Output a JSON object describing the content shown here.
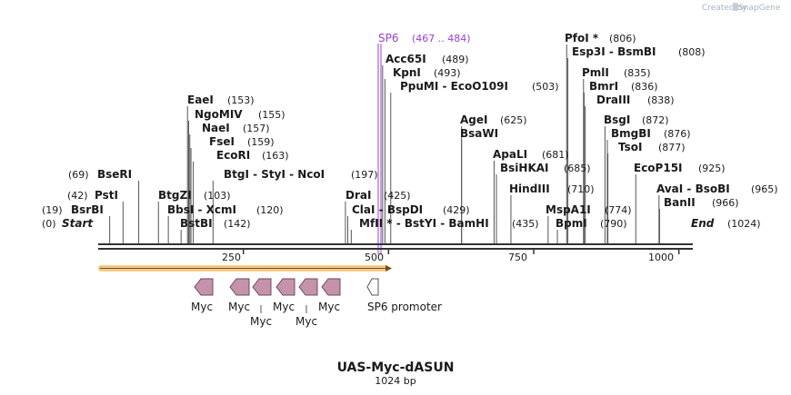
{
  "credit": {
    "prefix": "Created by",
    "brand": "SnapGene"
  },
  "map": {
    "title": "UAS-Myc-dASUN",
    "subtitle": "1024 bp",
    "length": 1024,
    "ticks": [
      "250",
      "500",
      "750",
      "1000"
    ],
    "start_label": "Start",
    "start_pos": "(0)",
    "end_label": "End",
    "end_pos": "(1024)"
  },
  "primer": {
    "name": "SP6",
    "range": "(467 .. 484)",
    "color": "#9a3fd8"
  },
  "enzymes": [
    {
      "name": "BsrBI",
      "pos": 19,
      "pos_text": "(19)"
    },
    {
      "name": "PstI",
      "pos": 42,
      "pos_text": "(42)"
    },
    {
      "name": "BseRI",
      "pos": 69,
      "pos_text": "(69)"
    },
    {
      "name": "BtgZI",
      "pos": 103,
      "pos_text": "(103)"
    },
    {
      "name": "BbsI - XcmI",
      "pos": 120,
      "pos_text": "(120)"
    },
    {
      "name": "BstBI",
      "pos": 142,
      "pos_text": "(142)"
    },
    {
      "name": "EaeI",
      "pos": 153,
      "pos_text": "(153)"
    },
    {
      "name": "NgoMIV",
      "pos": 155,
      "pos_text": "(155)"
    },
    {
      "name": "NaeI",
      "pos": 157,
      "pos_text": "(157)"
    },
    {
      "name": "FseI",
      "pos": 159,
      "pos_text": "(159)"
    },
    {
      "name": "EcoRI",
      "pos": 163,
      "pos_text": "(163)"
    },
    {
      "name": "BtgI - StyI - NcoI",
      "pos": 197,
      "pos_text": "(197)"
    },
    {
      "name": "DraI",
      "pos": 425,
      "pos_text": "(425)"
    },
    {
      "name": "ClaI - BspDI",
      "pos": 429,
      "pos_text": "(429)"
    },
    {
      "name": "MfII * - BstYI - BamHI",
      "pos": 435,
      "pos_text": "(435)"
    },
    {
      "name": "Acc65I",
      "pos": 489,
      "pos_text": "(489)"
    },
    {
      "name": "KpnI",
      "pos": 493,
      "pos_text": "(493)"
    },
    {
      "name": "PpuMI - EcoO109I",
      "pos": 503,
      "pos_text": "(503)"
    },
    {
      "name": "AgeI",
      "pos": 625,
      "pos_text": "(625)"
    },
    {
      "name": "BsaWI",
      "pos": 625,
      "pos_text": ""
    },
    {
      "name": "ApaLI",
      "pos": 681,
      "pos_text": "(681)"
    },
    {
      "name": "BsiHKAI",
      "pos": 685,
      "pos_text": "(685)"
    },
    {
      "name": "HindIII",
      "pos": 710,
      "pos_text": "(710)"
    },
    {
      "name": "PfoI *",
      "pos": 806,
      "pos_text": "(806)"
    },
    {
      "name": "Esp3I - BsmBI",
      "pos": 808,
      "pos_text": "(808)"
    },
    {
      "name": "PmlI",
      "pos": 835,
      "pos_text": "(835)"
    },
    {
      "name": "BmrI",
      "pos": 836,
      "pos_text": "(836)"
    },
    {
      "name": "DraIII",
      "pos": 838,
      "pos_text": "(838)"
    },
    {
      "name": "BsgI",
      "pos": 872,
      "pos_text": "(872)"
    },
    {
      "name": "BmgBI",
      "pos": 876,
      "pos_text": "(876)"
    },
    {
      "name": "TsoI",
      "pos": 877,
      "pos_text": "(877)"
    },
    {
      "name": "MspA1I",
      "pos": 774,
      "pos_text": "(774)"
    },
    {
      "name": "BpmI",
      "pos": 790,
      "pos_text": "(790)"
    },
    {
      "name": "EcoP15I",
      "pos": 925,
      "pos_text": "(925)"
    },
    {
      "name": "AvaI - BsoBI",
      "pos": 965,
      "pos_text": "(965)"
    },
    {
      "name": "BanII",
      "pos": 966,
      "pos_text": "(966)"
    }
  ],
  "features": [
    {
      "name": "Myc",
      "direction": "reverse",
      "color": "#c493ab"
    },
    {
      "name": "Myc",
      "direction": "reverse",
      "color": "#c493ab"
    },
    {
      "name": "Myc",
      "direction": "reverse",
      "color": "#c493ab"
    },
    {
      "name": "Myc",
      "direction": "reverse",
      "color": "#c493ab"
    },
    {
      "name": "Myc",
      "direction": "reverse",
      "color": "#c493ab"
    },
    {
      "name": "Myc",
      "direction": "reverse",
      "color": "#c493ab"
    },
    {
      "name": "SP6 promoter",
      "direction": "reverse",
      "color": "#ffffff"
    }
  ],
  "orf": {
    "direction": "forward",
    "color": "#f5a623"
  }
}
